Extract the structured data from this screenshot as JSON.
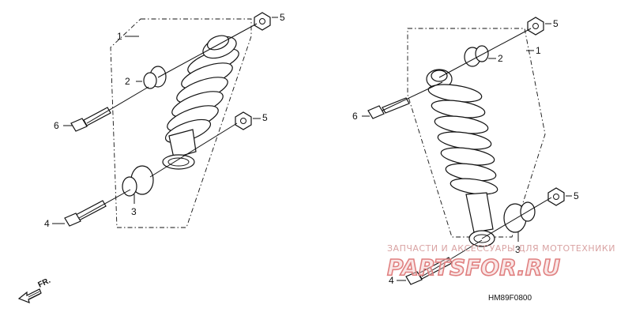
{
  "callouts": {
    "left": {
      "n1": "1",
      "n2": "2",
      "n3": "3",
      "n4": "4",
      "n5a": "5",
      "n5b": "5",
      "n6": "6"
    },
    "right": {
      "n1": "1",
      "n2": "2",
      "n3": "3",
      "n4": "4",
      "n5a": "5",
      "n5b": "5",
      "n6": "6"
    }
  },
  "diagram_code": "HM89F0800",
  "direction_label": "FR.",
  "watermark": {
    "tagline": "ЗАПЧАСТИ И АКСЕССУАРЫ ДЛЯ МОТОТЕХНИКИ",
    "brand": "PARTSFOR.RU"
  },
  "colors": {
    "line": "#111111",
    "watermark": "#e08080"
  }
}
